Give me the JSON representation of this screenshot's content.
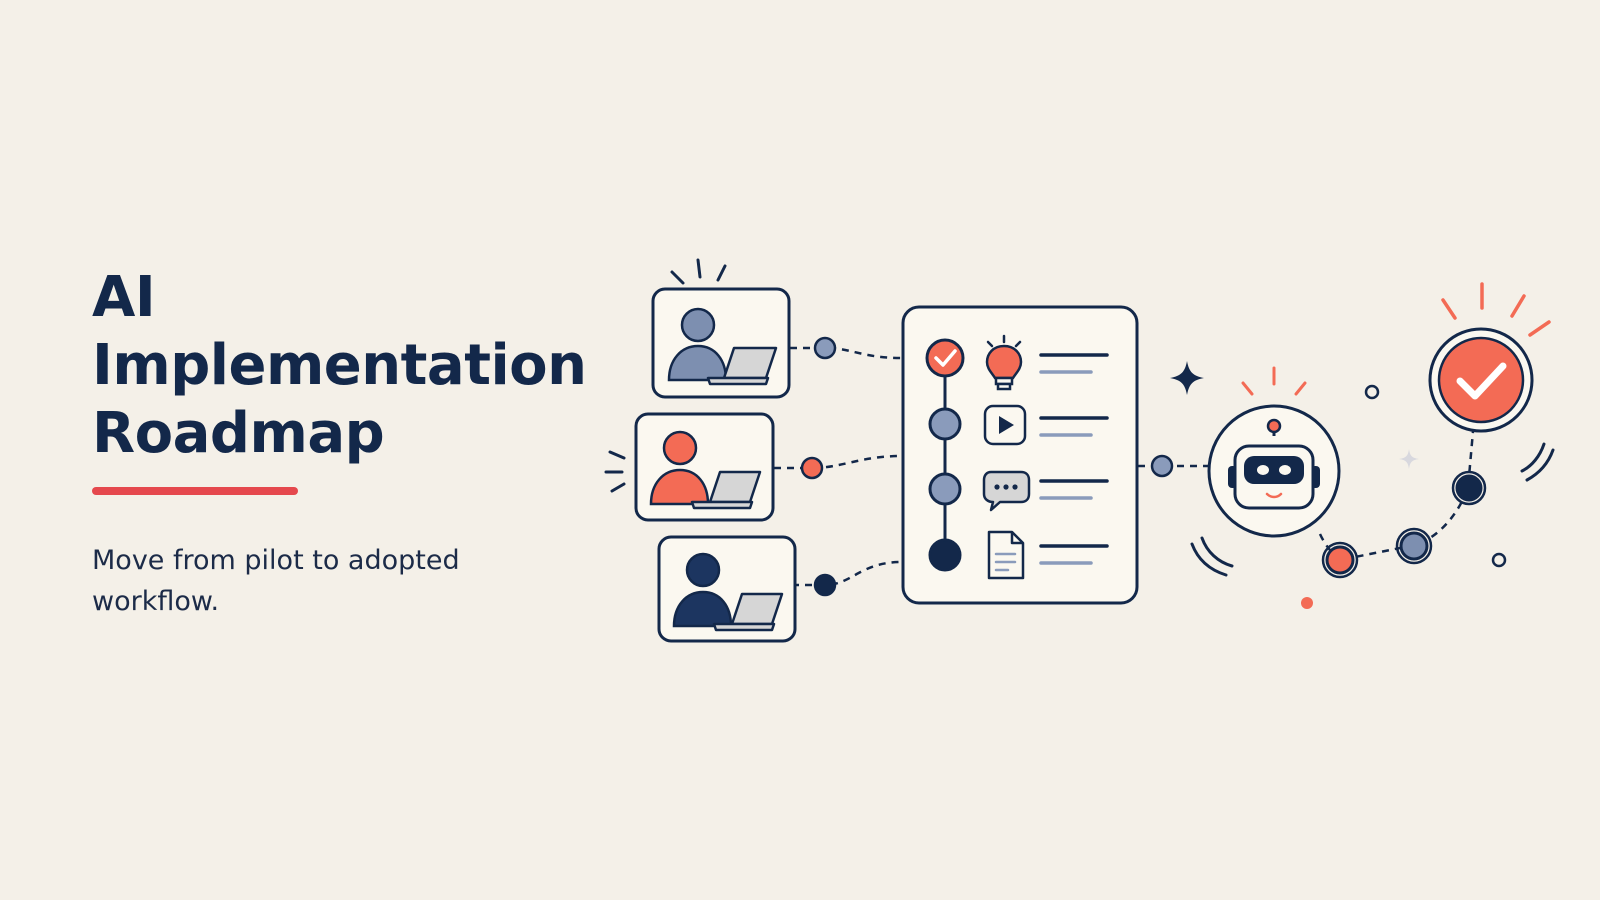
{
  "slide": {
    "title_lines": [
      "AI",
      "Implementation",
      "Roadmap"
    ],
    "subtitle": "Move from pilot to adopted workflow."
  },
  "illustration": {
    "participants": [
      {
        "icon": "person-at-laptop-icon",
        "color": "#7d8fb0"
      },
      {
        "icon": "person-at-laptop-icon",
        "color": "#f36b55"
      },
      {
        "icon": "person-at-laptop-icon",
        "color": "#1c3560"
      }
    ],
    "checklist_icons": [
      "lightbulb-icon",
      "play-video-icon",
      "chat-bubble-icon",
      "document-icon"
    ],
    "assistant_icon": "robot-icon",
    "outcome_icon": "checkmark-badge-icon"
  },
  "colors": {
    "background": "#f4f0e8",
    "navy": "#13284a",
    "accent_red": "#e5484d",
    "coral": "#f36b55",
    "slate": "#8a9bbb",
    "card": "#fbf8f0"
  }
}
